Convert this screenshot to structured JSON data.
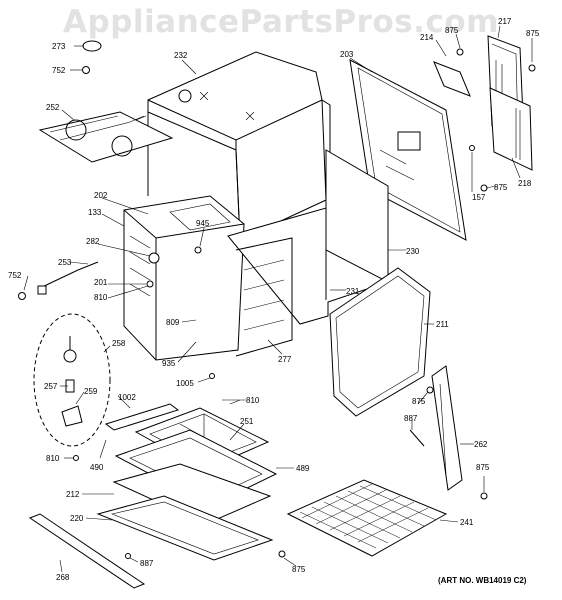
{
  "watermark": "AppliancePartsPros.com",
  "art_number": "(ART NO. WB14019 C2)",
  "callouts": {
    "c273": "273",
    "c752a": "752",
    "c232": "232",
    "c203": "203",
    "c214": "214",
    "c875a": "875",
    "c217": "217",
    "c875b": "875",
    "c252": "252",
    "c218": "218",
    "c875c": "875",
    "c157": "157",
    "c202": "202",
    "c133": "133",
    "c945": "945",
    "c282": "282",
    "c230": "230",
    "c253": "253",
    "c752b": "752",
    "c201": "201",
    "c810a": "810",
    "c231": "231",
    "c211": "211",
    "c809": "809",
    "c258": "258",
    "c935": "935",
    "c277": "277",
    "c1005": "1005",
    "c257": "257",
    "c259": "259",
    "c1002": "1002",
    "c810b": "810",
    "c875d": "875",
    "c887a": "887",
    "c251": "251",
    "c262": "262",
    "c810c": "810",
    "c490": "490",
    "c489": "489",
    "c875e": "875",
    "c212": "212",
    "c241": "241",
    "c220": "220",
    "c268": "268",
    "c887b": "887",
    "c875f": "875"
  }
}
